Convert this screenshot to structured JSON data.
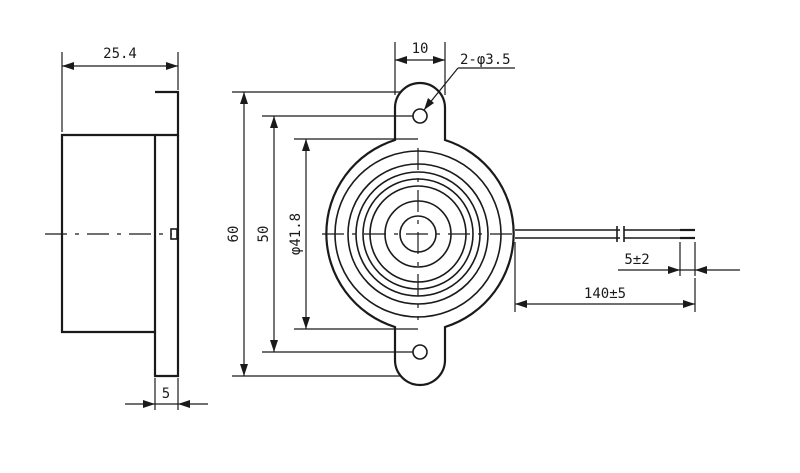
{
  "dimensions": {
    "body_depth": "25.4",
    "flange_thickness": "5",
    "flange_width": "10",
    "mount_holes": "2-φ3.5",
    "overall_height": "60",
    "hole_spacing": "50",
    "body_diameter": "φ41.8",
    "strip_length": "5±2",
    "lead_length": "140±5"
  }
}
